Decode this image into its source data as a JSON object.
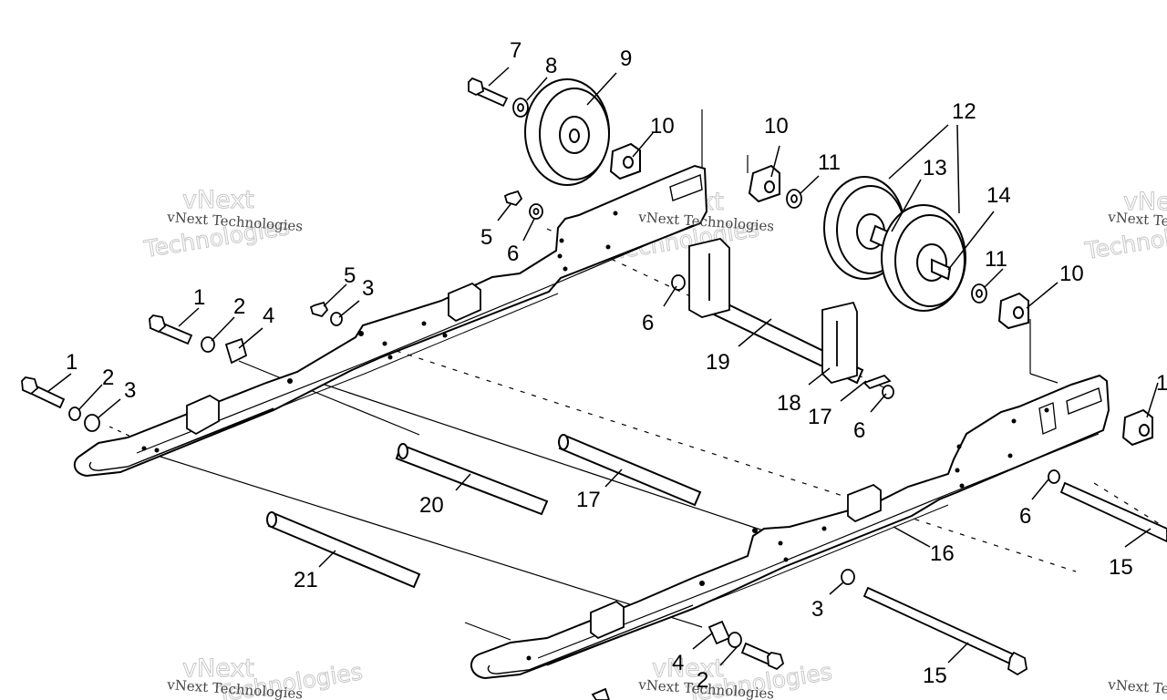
{
  "diagram": {
    "watermark": {
      "small": "vNext Technologies",
      "large_top": "vNext",
      "large_bottom": "Technologies"
    },
    "callouts": [
      {
        "id": "c7a",
        "text": "7"
      },
      {
        "id": "c8a",
        "text": "8"
      },
      {
        "id": "c9a",
        "text": "9"
      },
      {
        "id": "c10a",
        "text": "10"
      },
      {
        "id": "c10b",
        "text": "10"
      },
      {
        "id": "c10c",
        "text": "10"
      },
      {
        "id": "c10d",
        "text": "1"
      },
      {
        "id": "c11a",
        "text": "11"
      },
      {
        "id": "c11b",
        "text": "11"
      },
      {
        "id": "c12a",
        "text": "12"
      },
      {
        "id": "c13a",
        "text": "13"
      },
      {
        "id": "c14a",
        "text": "14"
      },
      {
        "id": "c5a",
        "text": "5"
      },
      {
        "id": "c6a",
        "text": "6"
      },
      {
        "id": "c5b",
        "text": "5"
      },
      {
        "id": "c3a",
        "text": "3"
      },
      {
        "id": "c1a",
        "text": "1"
      },
      {
        "id": "c2a",
        "text": "2"
      },
      {
        "id": "c4a",
        "text": "4"
      },
      {
        "id": "c1b",
        "text": "1"
      },
      {
        "id": "c2b",
        "text": "2"
      },
      {
        "id": "c3b",
        "text": "3"
      },
      {
        "id": "c6b",
        "text": "6"
      },
      {
        "id": "c19a",
        "text": "19"
      },
      {
        "id": "c18a",
        "text": "18"
      },
      {
        "id": "c17a",
        "text": "17"
      },
      {
        "id": "c6c",
        "text": "6"
      },
      {
        "id": "c20a",
        "text": "20"
      },
      {
        "id": "c17b",
        "text": "17"
      },
      {
        "id": "c6d",
        "text": "6"
      },
      {
        "id": "c15a",
        "text": "15"
      },
      {
        "id": "c16a",
        "text": "16"
      },
      {
        "id": "c21a",
        "text": "21"
      },
      {
        "id": "c3c",
        "text": "3"
      },
      {
        "id": "c4b",
        "text": "4"
      },
      {
        "id": "c2c",
        "text": "2"
      },
      {
        "id": "c15b",
        "text": "15"
      }
    ]
  }
}
